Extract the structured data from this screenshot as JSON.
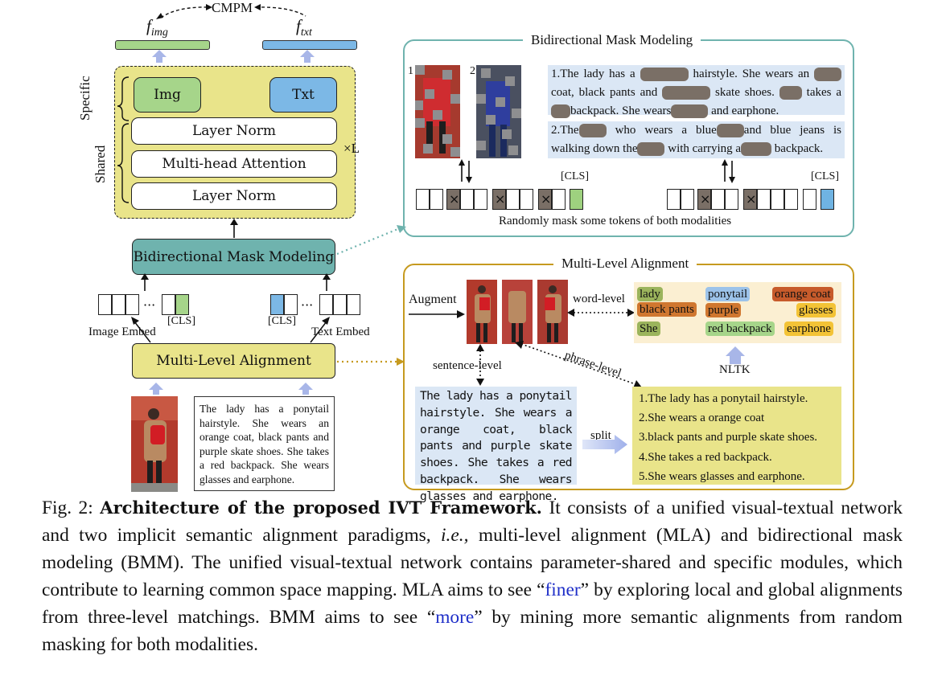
{
  "cmpm": "CMPM",
  "f_img": "f",
  "f_img_sub": "img",
  "f_txt": "f",
  "f_txt_sub": "txt",
  "specific_label": "Specific",
  "shared_label": "Shared",
  "img_box": "Img",
  "txt_box": "Txt",
  "layer_norm_top": "Layer Norm",
  "mha": "Multi-head Attention",
  "layer_norm_bottom": "Layer Norm",
  "times_l": "×L",
  "bmm_box": "Bidirectional Mask Modeling",
  "cls_left": "[CLS]",
  "cls_right": "[CLS]",
  "image_embed": "Image Embed",
  "text_embed": "Text Embed",
  "mla_box": "Multi-Level Alignment",
  "input_text": "The lady has a ponytail hairstyle. She wears an orange coat, black pants and purple skate shoes. She takes a red backpack. She wears glasses and earphone.",
  "bmm_panel": {
    "title": "Bidirectional Mask Modeling",
    "num1": "1",
    "num2": "2",
    "s1_a": "1.The lady has a",
    "s1_b": "hairstyle. She wears an",
    "s1_c": "coat, black pants and",
    "s1_d": "skate shoes.",
    "s1_e": "takes a",
    "s1_f": "backpack. She wears",
    "s1_g": "and earphone.",
    "s2_a": "2.The",
    "s2_b": "who wears a blue",
    "s2_c": "and blue jeans is",
    "s2_d": "walking down the",
    "s2_e": "with carrying a",
    "s2_f": "backpack.",
    "cls_a": "[CLS]",
    "cls_b": "[CLS]",
    "footer": "Randomly mask some tokens of both modalities"
  },
  "mla_panel": {
    "title": "Multi-Level Alignment",
    "augment": "Augment",
    "word_level": "word-level",
    "sentence_level": "sentence-level",
    "phrase_level": "phrase-level",
    "nltk": "NLTK",
    "split": "split",
    "words": [
      "lady",
      "ponytail",
      "orange coat",
      "black pants",
      "purple",
      "glasses",
      "She",
      "red backpack",
      "earphone"
    ],
    "paragraph": "The lady has a ponytail hairstyle. She wears a orange coat, black pants and purple skate shoes. She takes a red backpack. She wears glasses and earphone.",
    "phrases": [
      "1.The lady has a ponytail hairstyle.",
      "2.She wears a orange coat",
      "3.black pants and purple skate shoes.",
      "4.She takes a red backpack.",
      "5.She wears glasses and earphone."
    ]
  },
  "caption": {
    "fig": "Fig. 2:",
    "title": "Architecture of the proposed IVT Framework.",
    "t1": " It consists of a unified visual-textual network and two implicit semantic alignment paradigms, ",
    "ie": "i.e.,",
    "t2": " multi-level alignment (MLA) and bidirectional mask modeling (BMM). The unified visual-textual network contains parameter-shared and specific modules, which contribute to learning common space mapping. MLA aims to see “",
    "finer": "finer",
    "t3": "” by exploring local and global alignments from three-level matchings. BMM aims to see “",
    "more": "more",
    "t4": "” by mining more semantic alignments from random masking for both modalities."
  },
  "colors": {
    "yellow_bg": "#e9e48a",
    "teal": "#6fb3ae",
    "gold": "#c69a1f",
    "green": "#a6d58a",
    "blue": "#7cb8e6",
    "link": "#1f2fc8"
  }
}
